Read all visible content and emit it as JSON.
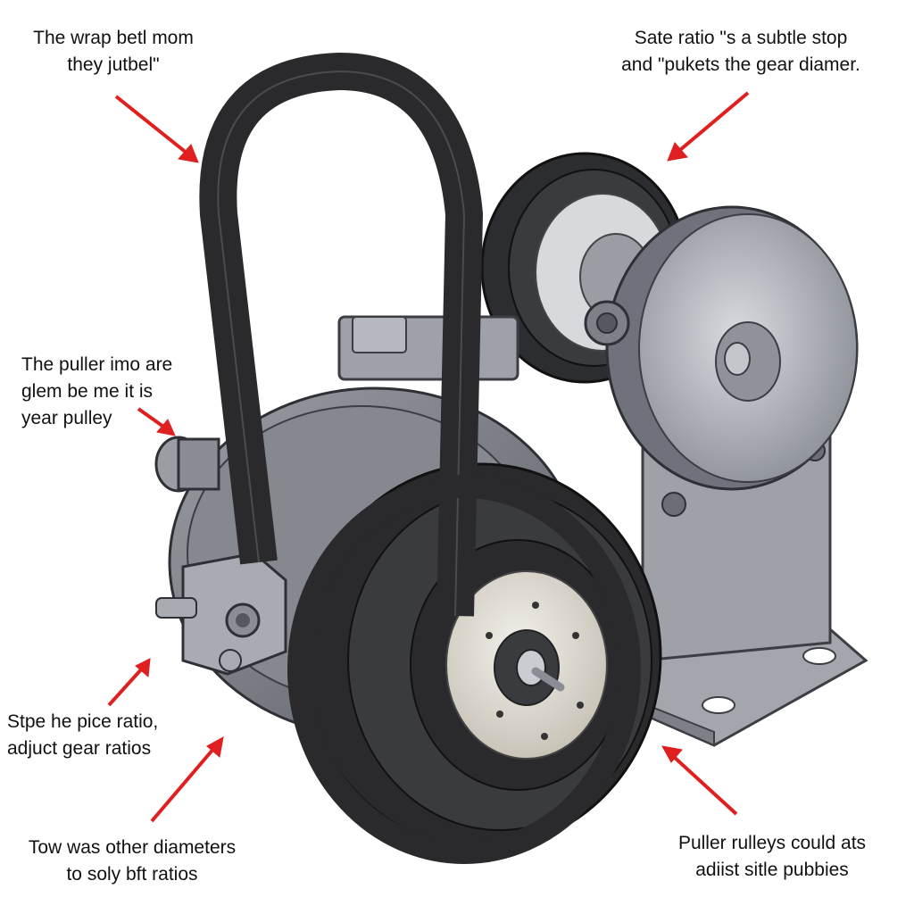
{
  "colors": {
    "background": "#ffffff",
    "arrow": "#e02020",
    "belt": "#2a2a2c",
    "metal": "#8c8f96",
    "metal_dark": "#55585f",
    "metal_light": "#c9ccd1",
    "text": "#111111"
  },
  "callouts": {
    "top_left": {
      "line1": "The wrap betl mom",
      "line2": "they jutbel\""
    },
    "top_right": {
      "line1": "Sate ratio \"s a subtle stop",
      "line2": "and \"pukets the gear diamer."
    },
    "mid_left": {
      "line1": "The  puller imo are",
      "line2": "glem be me it is",
      "line3": "year pulley"
    },
    "low_left": {
      "line1": "Stpe he pice ratio,",
      "line2": "adjuct gear ratios"
    },
    "bottom_left": {
      "line1": "Tow was other diameters",
      "line2": "to soly bft ratios"
    },
    "bottom_right": {
      "line1": "Puller rulleys could ats",
      "line2": "adiist sitle pubbies"
    }
  },
  "icons": {
    "arrow": "red-arrow-icon"
  }
}
